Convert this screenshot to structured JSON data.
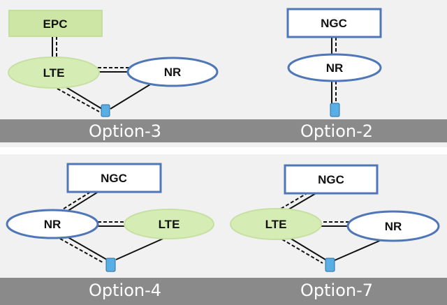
{
  "colors": {
    "panel_bg": "#f1f1f1",
    "caption_bar": "#8a8a8a",
    "caption_text": "#ffffff",
    "box_border_blue": "#4f76b7",
    "lte_fill": "#d6ecb5",
    "lte_stroke": "#c6e0a1",
    "epc_fill": "#cde6a5",
    "line": "#111111",
    "ue_fill": "#5aaee6"
  },
  "panels": {
    "option3": {
      "caption": "Option-3",
      "core": {
        "label": "EPC",
        "style": "green-box"
      },
      "lte": {
        "label": "LTE"
      },
      "nr": {
        "label": "NR"
      }
    },
    "option2": {
      "caption": "Option-2",
      "core": {
        "label": "NGC",
        "style": "blue-box"
      },
      "nr": {
        "label": "NR"
      }
    },
    "option4": {
      "caption": "Option-4",
      "core": {
        "label": "NGC",
        "style": "blue-box"
      },
      "nr": {
        "label": "NR"
      },
      "lte": {
        "label": "LTE"
      }
    },
    "option7": {
      "caption": "Option-7",
      "core": {
        "label": "NGC",
        "style": "blue-box"
      },
      "lte": {
        "label": "LTE"
      },
      "nr": {
        "label": "NR"
      }
    }
  },
  "icons": {
    "ue": "mobile-phone-icon"
  }
}
